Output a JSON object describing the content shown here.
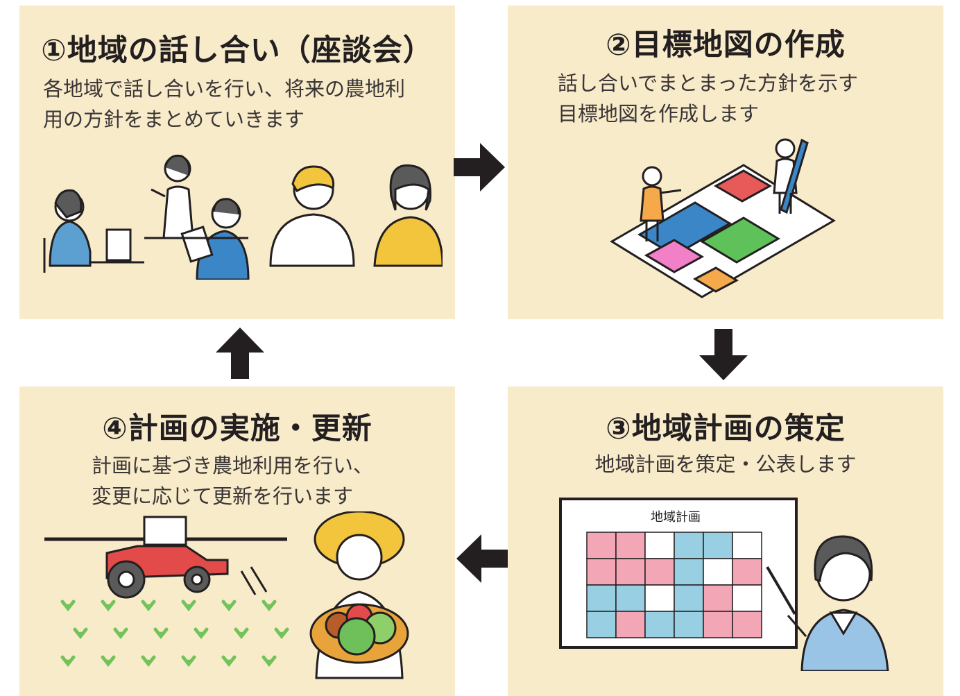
{
  "steps": [
    {
      "title": "①地域の話し合い（座談会）",
      "desc": "各地域で話し合いを行い、将来の農地利\n用の方針をまとめていきます"
    },
    {
      "title": "②目標地図の作成",
      "desc": "話し合いでまとまった方針を示す\n目標地図を作成します"
    },
    {
      "title": "③地域計画の策定",
      "desc": "地域計画を策定・公表します"
    },
    {
      "title": "④計画の実施・更新",
      "desc": "計画に基づき農地利用を行い、\n変更に応じて更新を行います"
    }
  ],
  "board": {
    "title": "地域計画"
  },
  "colors": {
    "panel": "#f8ebc9",
    "arrow": "#231f20",
    "pink": "#f3a6b6",
    "blue": "#99cfe2"
  }
}
